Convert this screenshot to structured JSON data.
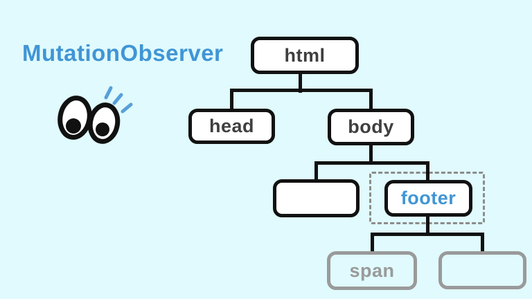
{
  "title": "MutationObserver",
  "icons": {
    "eyes": "eyes-looking-left-with-alert-dashes"
  },
  "tree": {
    "nodes": [
      {
        "id": "html",
        "label": "html",
        "style": "default"
      },
      {
        "id": "head",
        "label": "head",
        "style": "default"
      },
      {
        "id": "body",
        "label": "body",
        "style": "default"
      },
      {
        "id": "unnamed-child-of-body",
        "label": "",
        "style": "default"
      },
      {
        "id": "footer",
        "label": "footer",
        "style": "highlighted-observed"
      },
      {
        "id": "span",
        "label": "span",
        "style": "muted"
      },
      {
        "id": "unnamed-child-of-footer",
        "label": "",
        "style": "muted"
      }
    ],
    "edges": [
      [
        "html",
        "head"
      ],
      [
        "html",
        "body"
      ],
      [
        "body",
        "unnamed-child-of-body"
      ],
      [
        "body",
        "footer"
      ],
      [
        "footer",
        "span"
      ],
      [
        "footer",
        "unnamed-child-of-footer"
      ]
    ],
    "observed_node": "footer"
  },
  "colors": {
    "background": "#e0fafd",
    "accent_blue": "#4095d5",
    "dash_blue": "#57a0da",
    "node_text": "#3f3f3f",
    "line_black": "#111111",
    "muted_gray": "#9a9a9a",
    "dashed_border_gray": "#8c8c8c"
  }
}
